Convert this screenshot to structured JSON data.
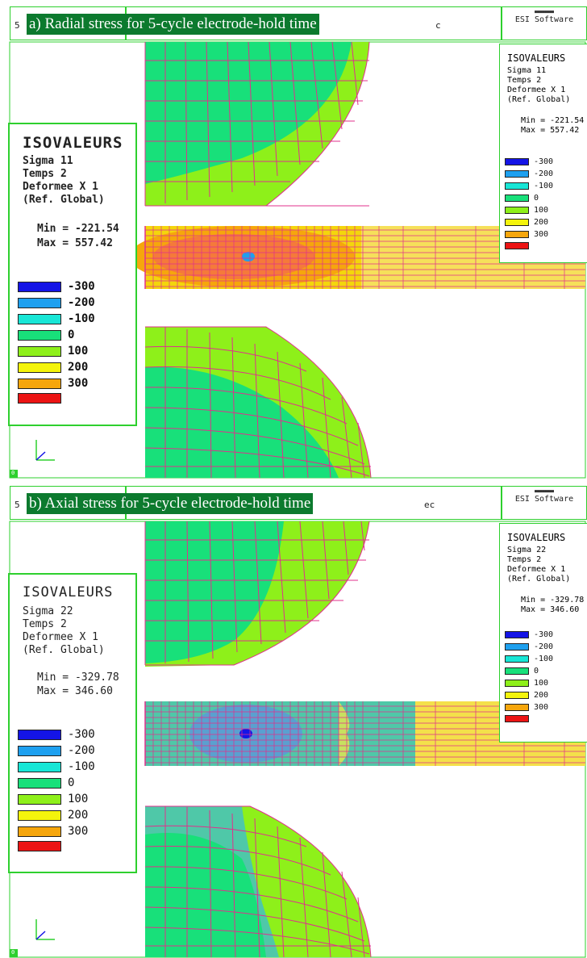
{
  "colors": {
    "frame": "#2ed02e",
    "caption_bg": "#0c7a2e",
    "mesh": "#e0308c",
    "legend_swatches": [
      "#1414e6",
      "#1ea0ef",
      "#18e6d6",
      "#18e07a",
      "#8ef01a",
      "#f4f40c",
      "#f6a60c",
      "#ec1414"
    ]
  },
  "panels": [
    {
      "caption": "a) Radial stress for 5-cycle electrode-hold time",
      "header_stub_left": "5",
      "header_stub_right": "c",
      "esi": {
        "brand": "ESI Software"
      },
      "big_legend": {
        "title": "ISOVALEURS",
        "line1": "Sigma 11",
        "line2": "Temps 2",
        "line3": "Deformee X 1",
        "line4": "(Ref. Global)",
        "min": "Min = -221.54",
        "max": "Max = 557.42",
        "levels": [
          "-300",
          "-200",
          "-100",
          "0",
          "100",
          "200",
          "300"
        ]
      },
      "small_legend": {
        "title": "ISOVALEURS",
        "line1": "Sigma 11",
        "line2": "Temps 2",
        "line3": "Deformee X 1",
        "line4": "(Ref. Global)",
        "min": "Min = -221.54",
        "max": "Max = 557.42",
        "levels": [
          "-300",
          "-200",
          "-100",
          "0",
          "100",
          "200",
          "300"
        ]
      },
      "corner_label": "0"
    },
    {
      "caption": "b) Axial stress for 5-cycle electrode-hold time",
      "header_stub_left": "5",
      "header_stub_right": "ec",
      "esi": {
        "brand": "ESI Software"
      },
      "big_legend": {
        "title": "ISOVALEURS",
        "line1": "Sigma 22",
        "line2": "Temps 2",
        "line3": "Deformee X 1",
        "line4": "(Ref. Global)",
        "min": "Min = -329.78",
        "max": "Max = 346.60",
        "levels": [
          "-300",
          "-200",
          "-100",
          "0",
          "100",
          "200",
          "300"
        ]
      },
      "small_legend": {
        "title": "ISOVALEURS",
        "line1": "Sigma 22",
        "line2": "Temps 2",
        "line3": "Deformee X 1",
        "line4": "(Ref. Global)",
        "min": "Min = -329.78",
        "max": "Max = 346.60",
        "levels": [
          "-300",
          "-200",
          "-100",
          "0",
          "100",
          "200",
          "300"
        ]
      },
      "corner_label": "0"
    }
  ]
}
